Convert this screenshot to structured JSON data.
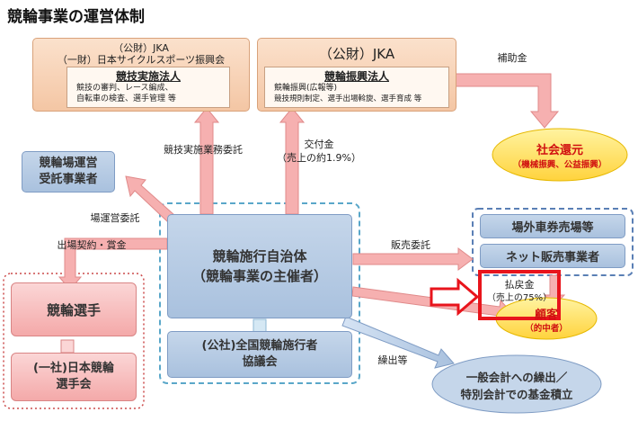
{
  "title": "競輪事業の運営体制",
  "jka1": {
    "line1": "（公財）JKA",
    "line2": "（一財）日本サイクルスポーツ振興会",
    "corp": "競技実施法人",
    "d1": "競技の審判、レース編成、",
    "d2": "自転車の検査、選手管理 等"
  },
  "jka2": {
    "line1": "（公財）JKA",
    "corp": "競輪振興法人",
    "d1": "競輪振興(広報等)",
    "d2": "競技規則制定、選手出場斡旋、選手育成 等"
  },
  "social": {
    "line1": "社会還元",
    "line2": "（機械振興、公益振興）"
  },
  "venue_op": {
    "line1": "競輪場運営",
    "line2": "受託事業者"
  },
  "organizer": {
    "line1": "競輪施行自治体",
    "line2": "（競輪事業の主催者）"
  },
  "council": {
    "line1": "(公社)全国競輪施行者",
    "line2": "協議会"
  },
  "offtrack": {
    "item1": "場外車券売場等",
    "item2": "ネット販売事業者"
  },
  "riders": {
    "line1": "競輪選手",
    "line2": "(一社)日本競輪",
    "line3": "選手会"
  },
  "customers": {
    "line1": "顧客",
    "line2": "（的中者）"
  },
  "general": {
    "line1": "一般会計への繰出／",
    "line2": "特別会計での基金積立"
  },
  "labels": {
    "subsidy": "補助金",
    "race_commission": "競技実施業務委託",
    "grant": "交付金",
    "grant_rate": "（売上の約1.9%）",
    "venue_commission": "場運営委託",
    "contract": "出場契約・賞金",
    "sales_commission": "販売委託",
    "payout": "払戻金",
    "payout_rate": "（売上の75%）",
    "transfer": "繰出等"
  },
  "colors": {
    "peach": "#f4c6a4",
    "blue": "#a9c1de",
    "pink": "#f4a9a9",
    "yellow": "#ffd33d",
    "highlight": "#e8141c",
    "arrow_pink": "#f6b0b0"
  }
}
